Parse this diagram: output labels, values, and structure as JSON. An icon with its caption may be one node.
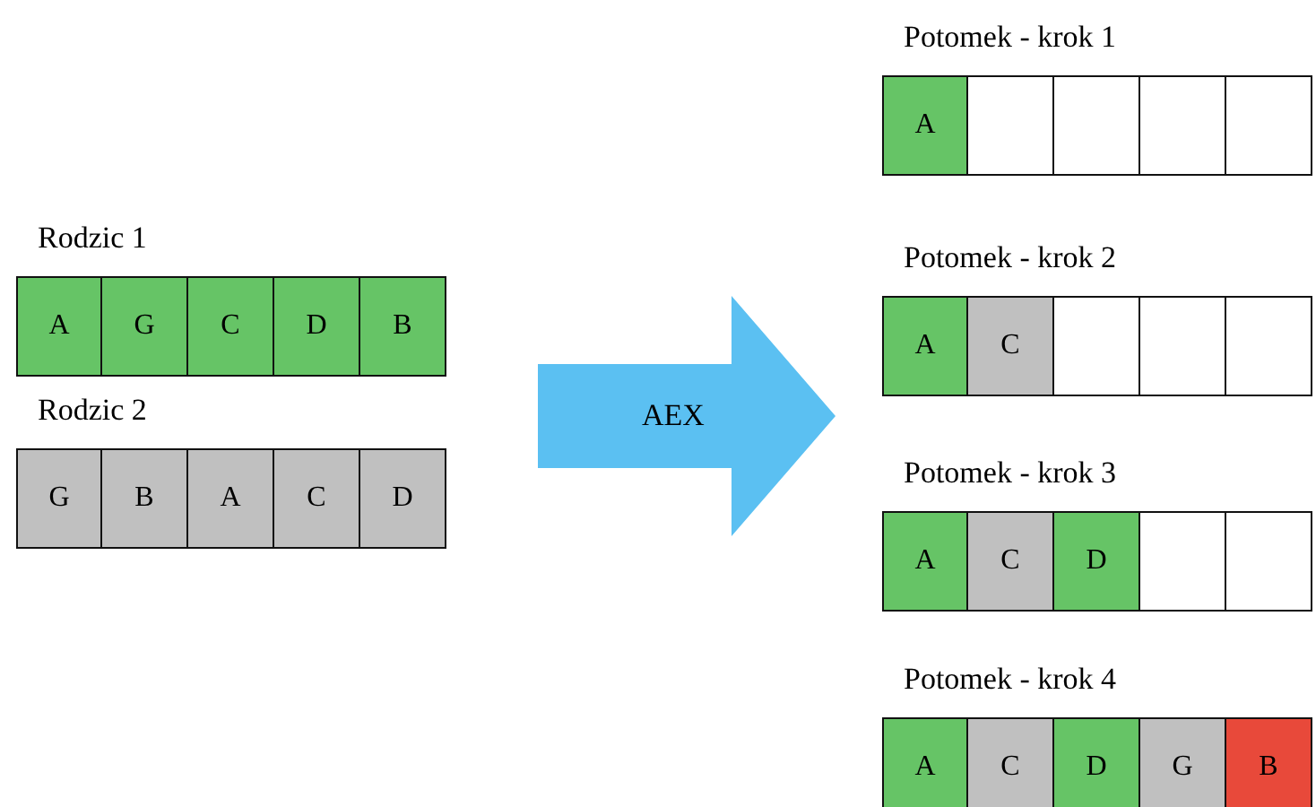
{
  "diagram": {
    "nodes": [
      {
        "text": [
          "Rodzic 1"
        ]
      },
      {
        "text": [
          "A"
        ],
        "in": 0
      },
      {
        "text": [
          "G"
        ],
        "in": 0
      },
      {
        "text": [
          "C"
        ],
        "in": 0
      },
      {
        "text": [
          "D"
        ],
        "in": 0
      },
      {
        "text": [
          "B"
        ],
        "in": 0
      },
      {
        "text": [
          "Rodzic 2"
        ]
      },
      {
        "text": [
          "G"
        ],
        "in": 6
      },
      {
        "text": [
          "B"
        ],
        "in": 6
      },
      {
        "text": [
          "A"
        ],
        "in": 6
      },
      {
        "text": [
          "C"
        ],
        "in": 6
      },
      {
        "text": [
          "D"
        ],
        "in": 6
      },
      {
        "text": [
          "AEX"
        ]
      },
      {
        "text": [
          "Potomek - krok 1"
        ]
      },
      {
        "text": [
          "A"
        ],
        "in": 13
      },
      {
        "text": [],
        "shape": "box",
        "in": 13
      },
      {
        "text": [],
        "shape": "box",
        "in": 13
      },
      {
        "text": [],
        "shape": "box",
        "in": 13
      },
      {
        "text": [],
        "shape": "box",
        "in": 13
      },
      {
        "text": [
          "Potomek - krok 2"
        ]
      },
      {
        "text": [
          "A"
        ],
        "in": 19
      },
      {
        "text": [
          "C"
        ],
        "in": 19
      },
      {
        "text": [],
        "shape": "box",
        "in": 19
      },
      {
        "text": [],
        "shape": "box",
        "in": 19
      },
      {
        "text": [],
        "shape": "box",
        "in": 19
      },
      {
        "text": [
          "Potomek - krok 3"
        ]
      },
      {
        "text": [
          "A"
        ],
        "in": 25
      },
      {
        "text": [
          "C"
        ],
        "in": 25
      },
      {
        "text": [
          "D"
        ],
        "in": 25
      },
      {
        "text": [],
        "shape": "box",
        "in": 25
      },
      {
        "text": [],
        "shape": "box",
        "in": 25
      },
      {
        "text": [
          "Potomek - krok 4"
        ]
      },
      {
        "text": [
          "A"
        ],
        "in": 31
      },
      {
        "text": [
          "C"
        ],
        "in": 31
      },
      {
        "text": [
          "D"
        ],
        "in": 31
      },
      {
        "text": [
          "G"
        ],
        "in": 31
      },
      {
        "text": [
          "B"
        ],
        "in": 31
      }
    ]
  }
}
